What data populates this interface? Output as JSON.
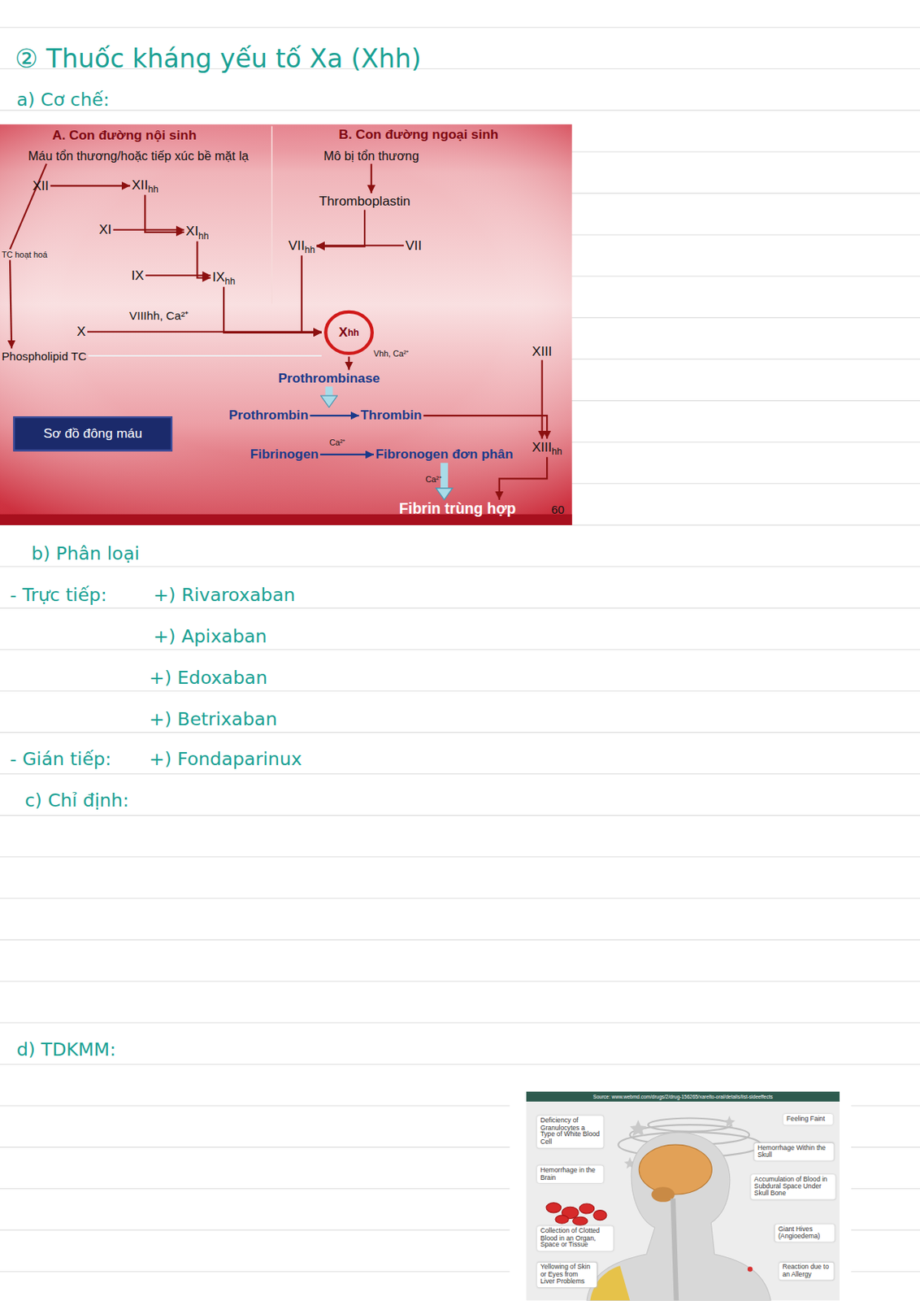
{
  "diagram": {
    "title": "② Thuốc kháng yếu tố Xa (Xhh)",
    "nodes": [
      {
        "text": [
          "Máu tổn thương/hoặc tiếp xúc bề mặt lạ"
        ]
      },
      {
        "text": [
          "Mô bị tổn thương"
        ]
      },
      {
        "text": [
          "XII"
        ]
      },
      {
        "text": [
          "XII",
          "hh"
        ]
      },
      {
        "text": [
          "XI"
        ]
      },
      {
        "text": [
          "XI",
          "hh"
        ]
      },
      {
        "text": [
          "IX"
        ]
      },
      {
        "text": [
          "IX",
          "hh"
        ]
      },
      {
        "text": [
          "TC hoạt hoá"
        ]
      },
      {
        "text": [
          "Thromboplastin"
        ]
      },
      {
        "text": [
          "VII",
          "hh"
        ]
      },
      {
        "text": [
          "VII"
        ]
      },
      {
        "text": [
          "X"
        ]
      },
      {
        "text": [
          "X",
          "hh"
        ]
      },
      {
        "text": [
          "Phospholipid TC"
        ]
      },
      {
        "text": [
          "XIII"
        ]
      },
      {
        "text": [
          "Prothrombinase"
        ]
      },
      {
        "text": [
          "Prothrombin"
        ]
      },
      {
        "text": [
          "Thrombin"
        ]
      },
      {
        "text": [
          "Sơ đồ đông máu"
        ]
      },
      {
        "text": [
          "Fibrinogen"
        ]
      },
      {
        "text": [
          "Fibronogen đơn phân"
        ]
      },
      {
        "text": [
          "XIII",
          "hh"
        ]
      },
      {
        "text": [
          "Fibrin trùng hợp"
        ]
      },
      {
        "text": [
          "Deficiency of Granulocytes a Type of White Blood Cell"
        ]
      },
      {
        "text": [
          "Feeling Faint"
        ]
      },
      {
        "text": [
          "Hemorrhage Within the Skull"
        ]
      },
      {
        "text": [
          "Hemorrhage in the Brain"
        ]
      },
      {
        "text": [
          "Accumulation of Blood in Subdural Space Under Skull Bone"
        ]
      },
      {
        "text": [
          "Collection of Clotted Blood in an Organ, Space or Tissue"
        ]
      },
      {
        "text": [
          "Giant Hives (Angioedema)"
        ]
      },
      {
        "text": [
          "Yellowing of Skin or Eyes from Liver Problems"
        ]
      },
      {
        "text": [
          "Reaction due to an Allergy"
        ]
      }
    ],
    "edges": [
      {
        "from": 2,
        "to": 3,
        "arrow": "to"
      },
      {
        "from": 3,
        "to": 5,
        "arrow": "to"
      },
      {
        "from": 4,
        "to": 5,
        "arrow": "to"
      },
      {
        "from": 5,
        "to": 7,
        "arrow": "to"
      },
      {
        "from": 6,
        "to": 7,
        "arrow": "to"
      },
      {
        "from": 7,
        "to": 13,
        "arrow": "to"
      },
      {
        "from": 12,
        "to": 13,
        "arrow": "to"
      },
      {
        "from": 1,
        "to": 9,
        "arrow": "to"
      },
      {
        "from": 9,
        "to": 10,
        "arrow": "to"
      },
      {
        "from": 11,
        "to": 10,
        "arrow": "to"
      },
      {
        "from": 10,
        "to": 13,
        "arrow": "to"
      },
      {
        "from": 0,
        "to": 8,
        "arrow": "none"
      },
      {
        "from": 8,
        "to": 14,
        "arrow": "to"
      },
      {
        "from": 14,
        "to": 13,
        "arrow": "none"
      },
      {
        "from": 13,
        "to": 16,
        "arrow": "to"
      },
      {
        "from": 16,
        "to": 18,
        "arrow": "to"
      },
      {
        "from": 17,
        "to": 18,
        "arrow": "to"
      },
      {
        "from": 18,
        "to": 22,
        "arrow": "to"
      },
      {
        "from": 15,
        "to": 22,
        "arrow": "to"
      },
      {
        "from": 20,
        "to": 21,
        "arrow": "to"
      },
      {
        "from": 21,
        "to": 23,
        "arrow": "to"
      },
      {
        "from": 22,
        "to": 23,
        "arrow": "to"
      }
    ],
    "labels": [
      "A. Con đường nội sinh",
      "B. Con đường ngoại sinh",
      "VIIIhh, Ca²⁺",
      "Vhh, Ca²⁺",
      "Ca²⁺",
      "Ca²⁺",
      "60",
      "a) Cơ chế:",
      "b) Phân loại",
      "- Trực tiếp:",
      "+) Rivaroxaban",
      "+) Apixaban",
      "+) Edoxaban",
      "+) Betrixaban",
      "- Gián tiếp:",
      "+) Fondaparinux",
      "c) Chỉ định:",
      "d) TDKMM:",
      "Source: www.webmd.com/drugs/2/drug-156265/xarelto-oral/details/list-sideeffects"
    ]
  }
}
